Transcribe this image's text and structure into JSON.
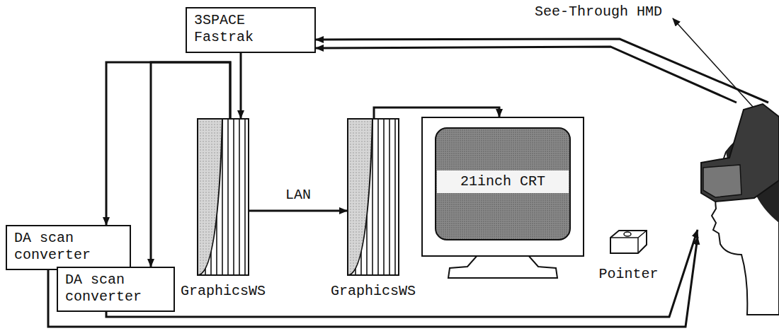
{
  "diagram": {
    "nodes": [
      {
        "text": [
          "3SPACE Fastrak"
        ]
      },
      {
        "text": [
          "DA scan converter"
        ]
      },
      {
        "text": [
          "DA scan converter"
        ]
      },
      {
        "text": [
          "GraphicsWS"
        ]
      },
      {
        "text": [
          "GraphicsWS"
        ]
      },
      {
        "text": [
          "21inch CRT"
        ]
      },
      {
        "text": [
          "Pointer"
        ]
      },
      {
        "text": [
          "See-Through HMD"
        ]
      }
    ],
    "edges": [
      {
        "from": 7,
        "to": 0,
        "arrow": "to"
      },
      {
        "from": 7,
        "to": 0,
        "arrow": "to"
      },
      {
        "from": 0,
        "to": 3,
        "arrow": "to"
      },
      {
        "from": 3,
        "to": 1,
        "arrow": "to"
      },
      {
        "from": 3,
        "to": 2,
        "arrow": "to"
      },
      {
        "from": 3,
        "to": 4,
        "label": "LAN",
        "arrow": "to"
      },
      {
        "from": 4,
        "to": 5,
        "arrow": "to"
      },
      {
        "from": 1,
        "to": 7,
        "arrow": "to"
      },
      {
        "from": 2,
        "to": 7,
        "arrow": "to"
      }
    ]
  }
}
